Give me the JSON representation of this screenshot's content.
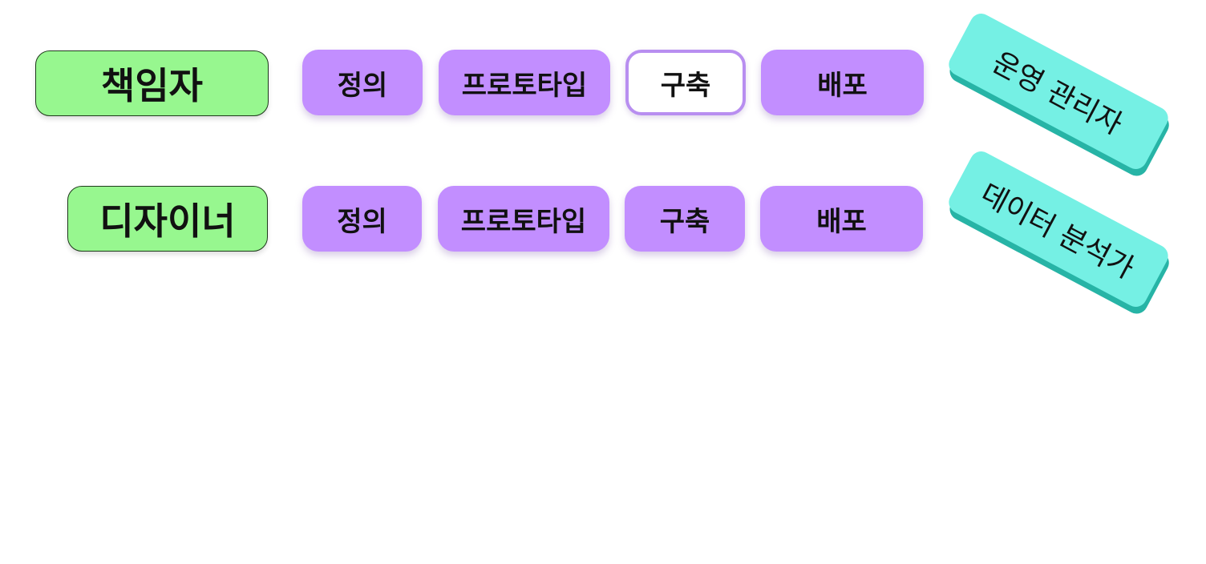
{
  "rows": [
    {
      "role": "책임자",
      "stages": [
        "정의",
        "프로토타입",
        "구축",
        "배포"
      ],
      "active_stage": "구축"
    },
    {
      "role": "디자이너",
      "stages": [
        "정의",
        "프로토타입",
        "구축",
        "배포"
      ]
    }
  ],
  "tags": [
    "운영 관리자",
    "데이터 분석가"
  ],
  "colors": {
    "role_fill": "#97f78f",
    "stage_fill": "#c28eff",
    "active_border": "#b88ef0",
    "tag_fill": "#75f0e4",
    "tag_shadow": "#27b4a6"
  }
}
